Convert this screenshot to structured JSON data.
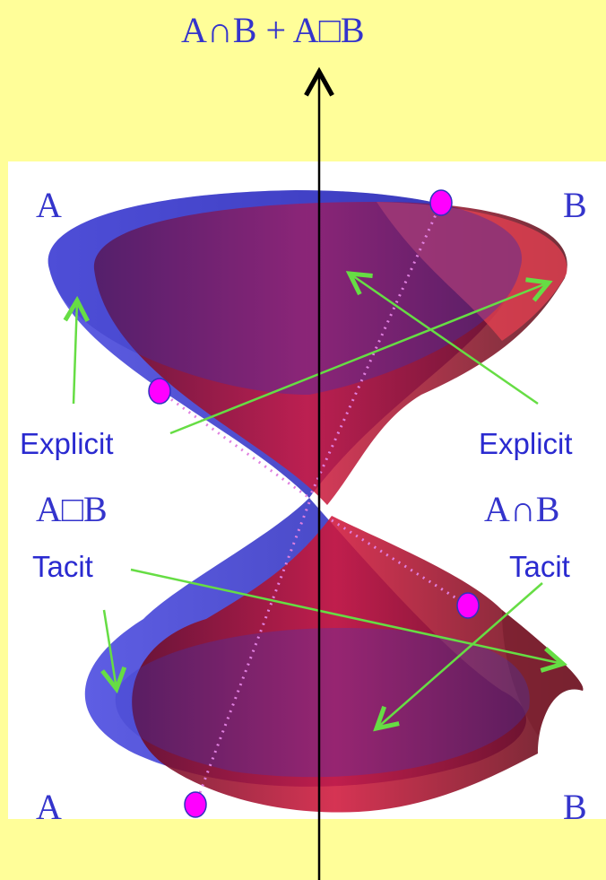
{
  "title": "A∩B + A□B",
  "corner_labels": {
    "top_left": "A",
    "top_right": "B",
    "bottom_left": "A",
    "bottom_right": "B"
  },
  "annotations": {
    "explicit_left": "Explicit",
    "explicit_right": "Explicit",
    "union_left": "A□B",
    "intersection_right": "A∩B",
    "tacit_left": "Tacit",
    "tacit_right": "Tacit"
  },
  "colors": {
    "background": "#fffe99",
    "cone_a": "#3a3ad0",
    "cone_b": "#c0203a",
    "arrow_green": "#66dd44",
    "marker": "#ff00ff",
    "text": "#3434cc"
  }
}
